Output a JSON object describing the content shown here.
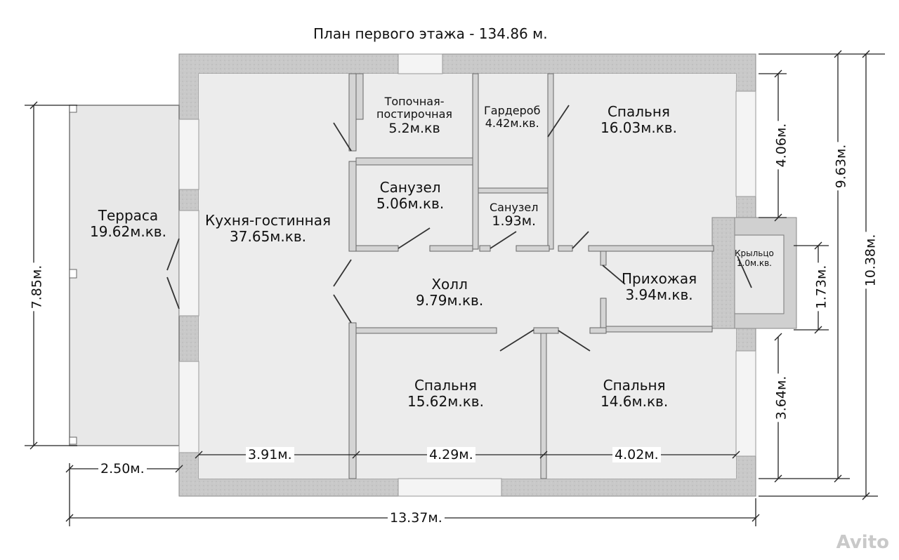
{
  "title": "План первого этажа -  134.86 м.",
  "rooms": {
    "terrace": {
      "name": "Терраса",
      "area": "19.62м.кв."
    },
    "kitchen": {
      "name": "Кухня-гостинная",
      "area": "37.65м.кв."
    },
    "boiler": {
      "name1": "Топочная-",
      "name2": "постирочная",
      "area": "5.2м.кв"
    },
    "wardrobe": {
      "name": "Гардероб",
      "area": "4.42м.кв."
    },
    "bedroom1": {
      "name": "Спальня",
      "area": "16.03м.кв."
    },
    "bath1": {
      "name": "Санузел",
      "area": "5.06м.кв."
    },
    "bath2": {
      "name": "Санузел",
      "area": "1.93м."
    },
    "hall": {
      "name": "Холл",
      "area": "9.79м.кв."
    },
    "entry": {
      "name": "Прихожая",
      "area": "3.94м.кв."
    },
    "porch": {
      "name": "Крыльцо",
      "area": "1.0м.кв."
    },
    "bedroom2": {
      "name": "Спальня",
      "area": "15.62м.кв."
    },
    "bedroom3": {
      "name": "Спальня",
      "area": "14.6м.кв."
    }
  },
  "dimensions": {
    "w_kitchen": "3.91м.",
    "w_bed2": "4.29м.",
    "w_bed3": "4.02м.",
    "w_terrace": "2.50м.",
    "w_total": "13.37м.",
    "h_terrace": "7.85м.",
    "h_bed1": "4.06м.",
    "h_porch": "1.73м.",
    "h_bed3": "3.64м.",
    "h_inner": "9.63м.",
    "h_total": "10.38м."
  },
  "watermark": "Avito"
}
